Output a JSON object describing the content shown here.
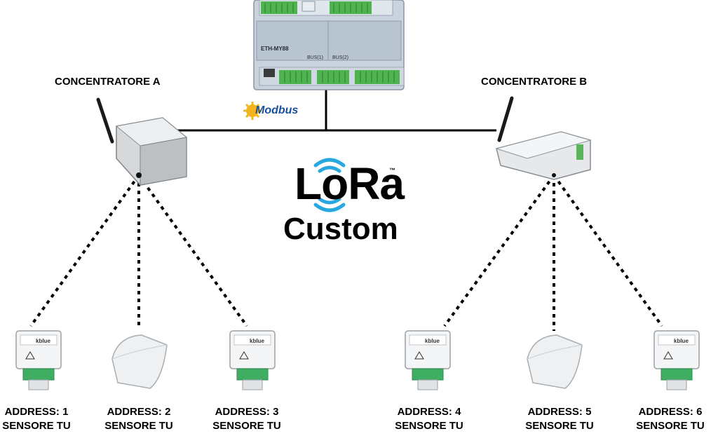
{
  "diagram": {
    "controller": {
      "model_label": "ETH-MY88",
      "bus1_label": "BUS(1)",
      "bus2_label": "BUS(2)"
    },
    "protocol_bus": "Modbus",
    "radio": {
      "brand": "LoRa",
      "trademark": "™",
      "mode": "Custom"
    },
    "concentrators": [
      {
        "label": "CONCENTRATORE A"
      },
      {
        "label": "CONCENTRATORE B"
      }
    ],
    "sensors": [
      {
        "address": "ADDRESS: 1",
        "type": "SENSORE TU",
        "style": "din",
        "device_brand": "kblue"
      },
      {
        "address": "ADDRESS: 2",
        "type": "SENSORE TU",
        "style": "wall"
      },
      {
        "address": "ADDRESS: 3",
        "type": "SENSORE TU",
        "style": "din",
        "device_brand": "kblue"
      },
      {
        "address": "ADDRESS: 4",
        "type": "SENSORE TU",
        "style": "din",
        "device_brand": "kblue"
      },
      {
        "address": "ADDRESS: 5",
        "type": "SENSORE TU",
        "style": "wall"
      },
      {
        "address": "ADDRESS: 6",
        "type": "SENSORE TU",
        "style": "din",
        "device_brand": "kblue"
      }
    ],
    "colors": {
      "wire": "#000000",
      "lora_waves": "#29a8e0",
      "modbus_text": "#1a4f9c",
      "modbus_logo": "#f3b51e"
    }
  }
}
